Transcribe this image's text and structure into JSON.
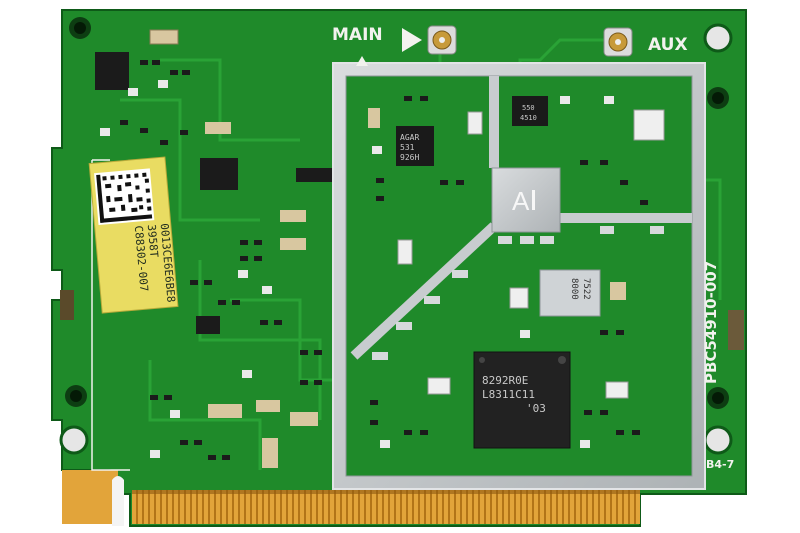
{
  "board": {
    "colors": {
      "pcb": "#1f8a2a",
      "pcb_dark": "#146b1f",
      "trace": "#2aa336",
      "shield": "#c8cccf",
      "gold": "#d99a2b",
      "sticker": "#e8da5a",
      "silkscreen": "#f2f2ee"
    },
    "silkscreen": {
      "main": "MAIN",
      "aux": "AUX",
      "part_number": "PBC54910-007",
      "revision": "B4-7"
    },
    "sticker": {
      "line1": "0013CE6E6BE8",
      "line2": "3958T",
      "line3": "C88302-007"
    },
    "chips": {
      "shield_logo": "A",
      "rf_chip": [
        "AGAR",
        "531",
        "926H"
      ],
      "main_chip": [
        "8292R0E",
        "L8311C11",
        "'03"
      ],
      "crystal": [
        "7522",
        "8000"
      ],
      "small_ic": [
        "550",
        "4510"
      ]
    }
  }
}
